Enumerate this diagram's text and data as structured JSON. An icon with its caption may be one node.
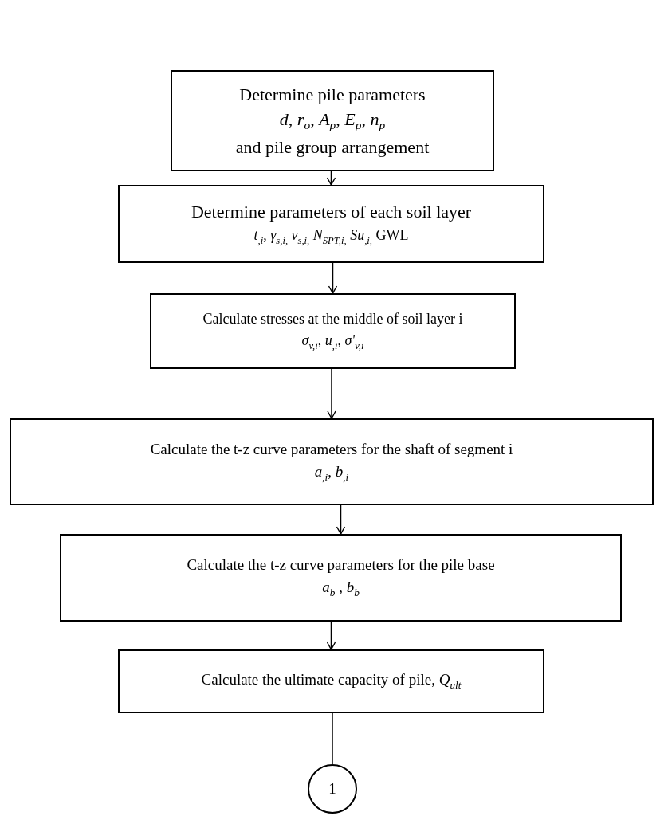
{
  "diagram": {
    "nodes": [
      {
        "text": [
          "Determine pile parameters",
          "*d*, *r*$_{o}$, *A*$_{p}$, *E*$_{p}$, *n*$_{p}$",
          "and pile group arrangement"
        ]
      },
      {
        "text": [
          "Determine parameters of each soil layer",
          "*t*$_{,i}$, *γ*$_{s,i,}$ *ν*$_{s,i,}$ *N*$_{SPT,i,}$ *Su*$_{,i,}$ GWL"
        ]
      },
      {
        "text": [
          "Calculate stresses at the middle of  soil layer i",
          "*σ*$_{v,i}$, *u*$_{,i}$, *σ'*$_{v,i}$"
        ]
      },
      {
        "text": [
          "Calculate the t-z curve parameters for the shaft of segment i",
          "*a*$_{,i}$, *b*$_{,i}$"
        ]
      },
      {
        "text": [
          "Calculate the t-z curve parameters for the pile base",
          "*a*$_{b}$ , *b*$_{b}$"
        ]
      },
      {
        "text": [
          "Calculate the ultimate capacity of pile, *Q*$_{ult}$"
        ]
      },
      {
        "text": [
          "1"
        ]
      }
    ],
    "edges": [
      {
        "from": 0,
        "to": 1,
        "arrow": "to"
      },
      {
        "from": 1,
        "to": 2,
        "arrow": "to"
      },
      {
        "from": 2,
        "to": 3,
        "arrow": "to"
      },
      {
        "from": 3,
        "to": 4,
        "arrow": "to"
      },
      {
        "from": 4,
        "to": 5,
        "arrow": "to"
      },
      {
        "from": 5,
        "to": 6,
        "arrow": "none"
      }
    ]
  }
}
